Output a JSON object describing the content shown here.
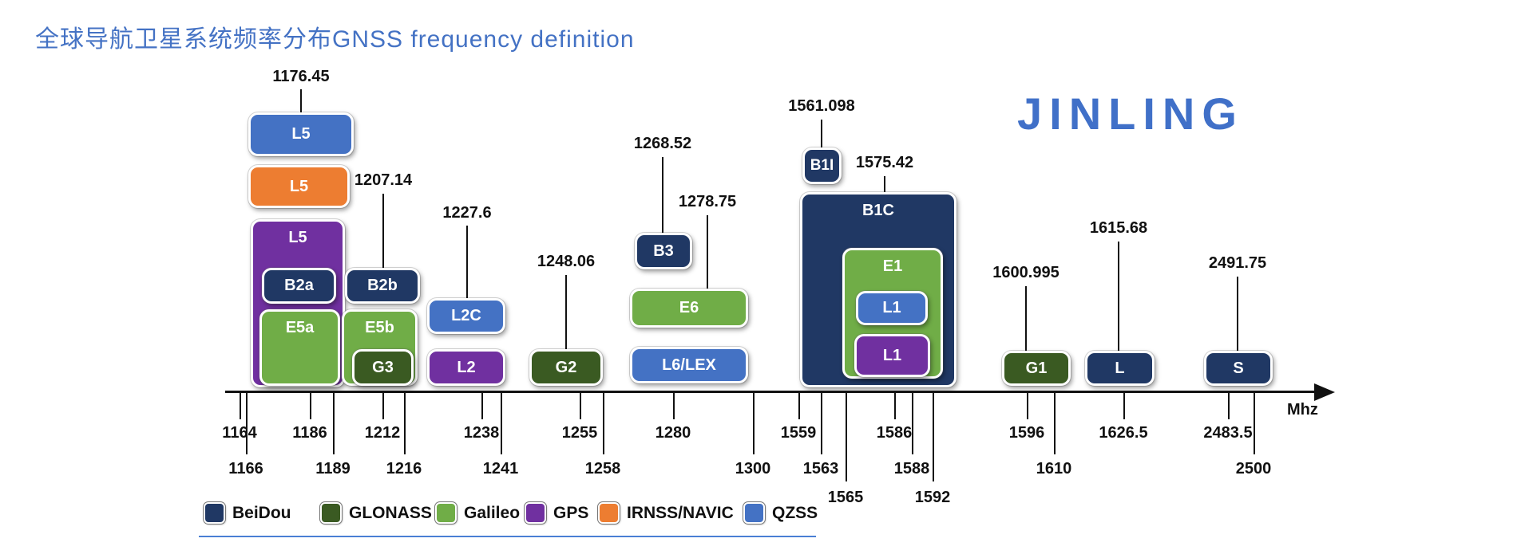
{
  "page": {
    "title": "全球导航卫星系统频率分布GNSS frequency definition",
    "brand": "JINLING",
    "axis_unit": "Mhz"
  },
  "colors": {
    "beidou": "#203864",
    "glonass": "#3a5a22",
    "galileo": "#70ad47",
    "gps": "#7030a0",
    "irnss_navic": "#ed7d31",
    "qzss": "#4472c4",
    "accent_blue": "#4472c4"
  },
  "bands": [
    {
      "label": "L5",
      "system": "QZSS",
      "center_mhz": "1176.45"
    },
    {
      "label": "L5",
      "system": "IRNSS/NAVIC"
    },
    {
      "label": "L5",
      "system": "GPS"
    },
    {
      "label": "B2a",
      "system": "BeiDou"
    },
    {
      "label": "E5a",
      "system": "Galileo"
    },
    {
      "label": "B2b",
      "system": "BeiDou",
      "center_mhz": "1207.14"
    },
    {
      "label": "E5b",
      "system": "Galileo"
    },
    {
      "label": "G3",
      "system": "GLONASS"
    },
    {
      "label": "L2C",
      "system": "QZSS",
      "center_mhz": "1227.6"
    },
    {
      "label": "L2",
      "system": "GPS"
    },
    {
      "label": "G2",
      "system": "GLONASS",
      "center_mhz": "1248.06"
    },
    {
      "label": "B3",
      "system": "BeiDou",
      "center_mhz": "1268.52"
    },
    {
      "label": "E6",
      "system": "Galileo",
      "center_mhz": "1278.75"
    },
    {
      "label": "L6/LEX",
      "system": "QZSS"
    },
    {
      "label": "B1I",
      "system": "BeiDou",
      "center_mhz": "1561.098"
    },
    {
      "label": "B1C",
      "system": "BeiDou",
      "center_mhz": "1575.42"
    },
    {
      "label": "E1",
      "system": "Galileo"
    },
    {
      "label": "L1",
      "system": "QZSS"
    },
    {
      "label": "L1",
      "system": "GPS"
    },
    {
      "label": "G1",
      "system": "GLONASS",
      "center_mhz": "1600.995"
    },
    {
      "label": "L",
      "system": "BeiDou",
      "center_mhz": "1615.68"
    },
    {
      "label": "S",
      "system": "BeiDou",
      "center_mhz": "2491.75"
    }
  ],
  "callouts": [
    {
      "value": "1176.45"
    },
    {
      "value": "1207.14"
    },
    {
      "value": "1227.6"
    },
    {
      "value": "1248.06"
    },
    {
      "value": "1268.52"
    },
    {
      "value": "1278.75"
    },
    {
      "value": "1561.098"
    },
    {
      "value": "1575.42"
    },
    {
      "value": "1600.995"
    },
    {
      "value": "1615.68"
    },
    {
      "value": "2491.75"
    }
  ],
  "axis": {
    "row1": [
      "1164",
      "1186",
      "1212",
      "1238",
      "1255",
      "1280",
      "1559",
      "1586",
      "1596",
      "1626.5",
      "2483.5"
    ],
    "row2": [
      "1166",
      "1189",
      "1216",
      "1241",
      "1258",
      "1300",
      "1563",
      "1588",
      "1610",
      "2500"
    ],
    "row3": [
      "1565",
      "1592"
    ]
  },
  "legend": [
    {
      "label": "BeiDou"
    },
    {
      "label": "GLONASS"
    },
    {
      "label": "Galileo"
    },
    {
      "label": "GPS"
    },
    {
      "label": "IRNSS/NAVIC"
    },
    {
      "label": "QZSS"
    }
  ]
}
